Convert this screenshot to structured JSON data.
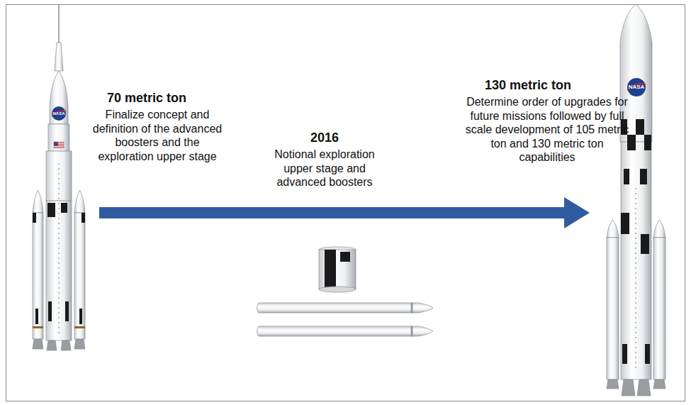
{
  "diagram": {
    "labels": [
      "70 metric ton",
      "Finalize concept and definition of the advanced boosters and the exploration upper stage",
      "2016",
      "Notional exploration upper stage and advanced boosters",
      "130 metric ton",
      "Determine order of upgrades for future missions followed by full scale development of 105 metric ton and 130 metric ton capabilities",
      "NASA",
      "NASA"
    ]
  }
}
